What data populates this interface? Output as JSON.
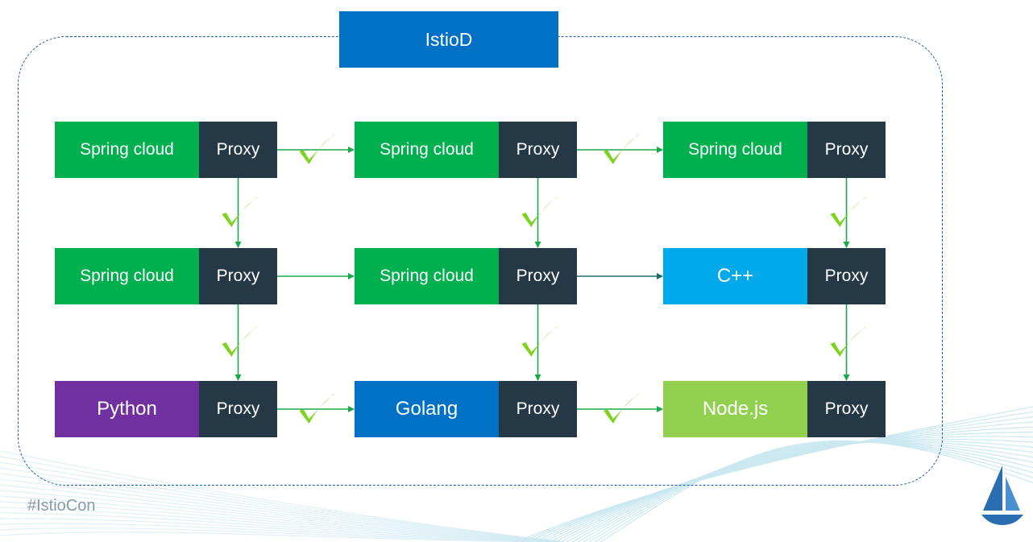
{
  "control_plane": {
    "label": "IstioD"
  },
  "footer": {
    "hashtag": "#IstioCon"
  },
  "colors": {
    "spring": "#00b04f",
    "proxy": "#243845",
    "cpp": "#00a9ea",
    "python": "#7030a0",
    "golang": "#0071c5",
    "nodejs": "#92d050",
    "istiod": "#0071c5",
    "arrow": "#1aa84b",
    "check": "#7ed321"
  },
  "rows": [
    [
      {
        "service": "Spring cloud",
        "proxy": "Proxy",
        "kind": "spring"
      },
      {
        "service": "Spring cloud",
        "proxy": "Proxy",
        "kind": "spring"
      },
      {
        "service": "Spring cloud",
        "proxy": "Proxy",
        "kind": "spring"
      }
    ],
    [
      {
        "service": "Spring cloud",
        "proxy": "Proxy",
        "kind": "spring"
      },
      {
        "service": "Spring cloud",
        "proxy": "Proxy",
        "kind": "spring"
      },
      {
        "service": "C++",
        "proxy": "Proxy",
        "kind": "cpp"
      }
    ],
    [
      {
        "service": "Python",
        "proxy": "Proxy",
        "kind": "python"
      },
      {
        "service": "Golang",
        "proxy": "Proxy",
        "kind": "golang"
      },
      {
        "service": "Node.js",
        "proxy": "Proxy",
        "kind": "nodejs"
      }
    ]
  ],
  "links": [
    {
      "from": "r0c0",
      "to": "r0c1",
      "check": true
    },
    {
      "from": "r0c1",
      "to": "r0c2",
      "check": true
    },
    {
      "from": "r1c0",
      "to": "r1c1",
      "check": false
    },
    {
      "from": "r1c1",
      "to": "r1c2",
      "check": false
    },
    {
      "from": "r2c0",
      "to": "r2c1",
      "check": true
    },
    {
      "from": "r2c1",
      "to": "r2c2",
      "check": true
    },
    {
      "from": "r0c0",
      "to": "r1c0",
      "check": true
    },
    {
      "from": "r0c1",
      "to": "r1c1",
      "check": true
    },
    {
      "from": "r0c2",
      "to": "r1c2",
      "check": true
    },
    {
      "from": "r1c0",
      "to": "r2c0",
      "check": true
    },
    {
      "from": "r1c1",
      "to": "r2c1",
      "check": true
    },
    {
      "from": "r1c2",
      "to": "r2c2",
      "check": true
    }
  ]
}
